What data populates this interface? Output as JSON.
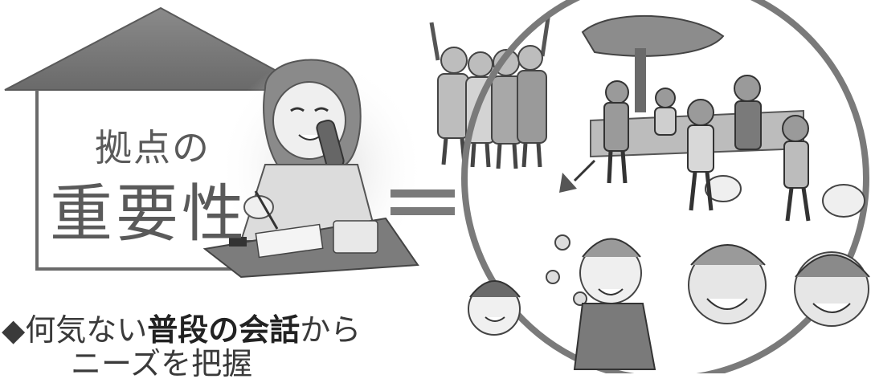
{
  "house": {
    "title_line1": "拠点の",
    "title_line2": "重要性"
  },
  "caption": {
    "bullet": "◆",
    "text_pre": "何気ない",
    "text_bold": "普段の会話",
    "text_post": "から",
    "line2": "ニーズを把握"
  },
  "equals_sign": "＝"
}
